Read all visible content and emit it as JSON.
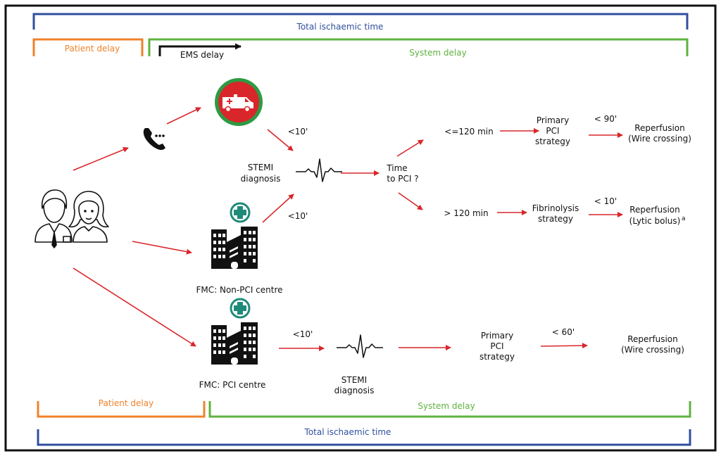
{
  "colors": {
    "blue": "#2f4f9e",
    "orange": "#f0822a",
    "green": "#5fb23f",
    "red": "#d9262b",
    "black": "#111111",
    "teal": "#1f8a7a",
    "ambulance_ring": "#2e9a43"
  },
  "brackets": {
    "total_top": "Total ischaemic time",
    "patient_top": "Patient delay",
    "ems": "EMS delay",
    "system_top": "System delay",
    "patient_bottom": "Patient delay",
    "system_bottom": "System delay",
    "total_bottom": "Total ischaemic time"
  },
  "icons": {
    "patients": "patients-icon",
    "phone": "phone-icon",
    "ambulance": "ambulance-icon",
    "hospital": "hospital-icon",
    "ecg": "ecg-icon"
  },
  "upper": {
    "lt10_ambulance": "<10'",
    "lt10_nonpci": "<10'",
    "stemi_1": "STEMI",
    "stemi_2": "diagnosis",
    "time_1": "Time",
    "time_2": "to PCI ?",
    "le120": "<=120 min",
    "gt120": ">  120 min",
    "primary_1": "Primary",
    "primary_2": "PCI",
    "primary_3": "strategy",
    "lt90": "< 90'",
    "reperf1_1": "Reperfusion",
    "reperf1_2": "(Wire crossing)",
    "fib_1": "Fibrinolysis",
    "fib_2": "strategy",
    "lt10_fib": "< 10'",
    "reperf2_1": "Reperfusion",
    "reperf2_2": "(Lytic bolus)",
    "reperf2_sup": "a",
    "nonpci_label": "FMC: Non-PCI centre"
  },
  "lower": {
    "pci_label": "FMC:  PCI centre",
    "lt10": "<10'",
    "stemi_1": "STEMI",
    "stemi_2": "diagnosis",
    "primary_1": "Primary",
    "primary_2": "PCI",
    "primary_3": "strategy",
    "lt60": "< 60'",
    "reperf_1": "Reperfusion",
    "reperf_2": "(Wire crossing)"
  }
}
